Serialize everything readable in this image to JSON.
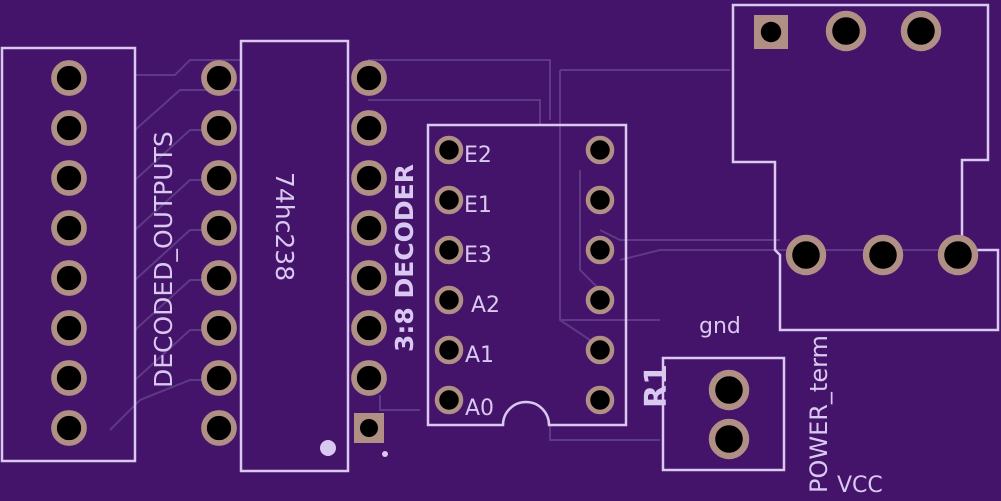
{
  "colors": {
    "board": "#44136a",
    "trace": "#5e3a86",
    "silk": "#d9c8f0",
    "pad": "#b08f84",
    "hole": "#000000"
  },
  "labels": {
    "decoded_outputs": "DECODED_OUTPUTS",
    "chip_74hc238": "74hc238",
    "decoder_title": "3:8 DECODER",
    "pin_e2": "E2",
    "pin_e1": "E1",
    "pin_e3": "E3",
    "pin_a2": "A2",
    "pin_a1": "A1",
    "pin_a0": "A0",
    "r1": "R1",
    "gnd": "gnd",
    "power_term": "POWER_term",
    "vcc": "VCC"
  }
}
